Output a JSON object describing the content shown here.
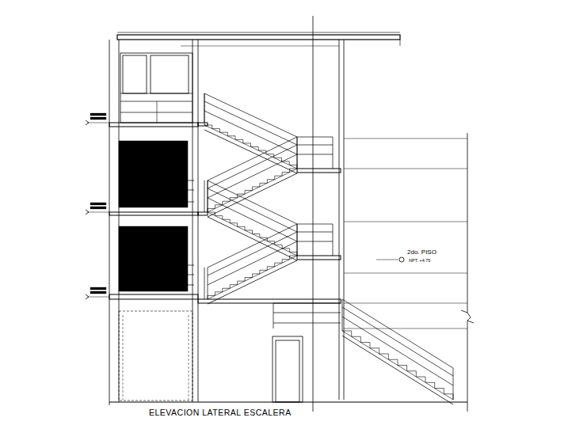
{
  "diagram": {
    "caption": "ELEVACION LATERAL ESCALERA",
    "labels": [
      "2do. PISO",
      "NPT. +4.75"
    ]
  }
}
